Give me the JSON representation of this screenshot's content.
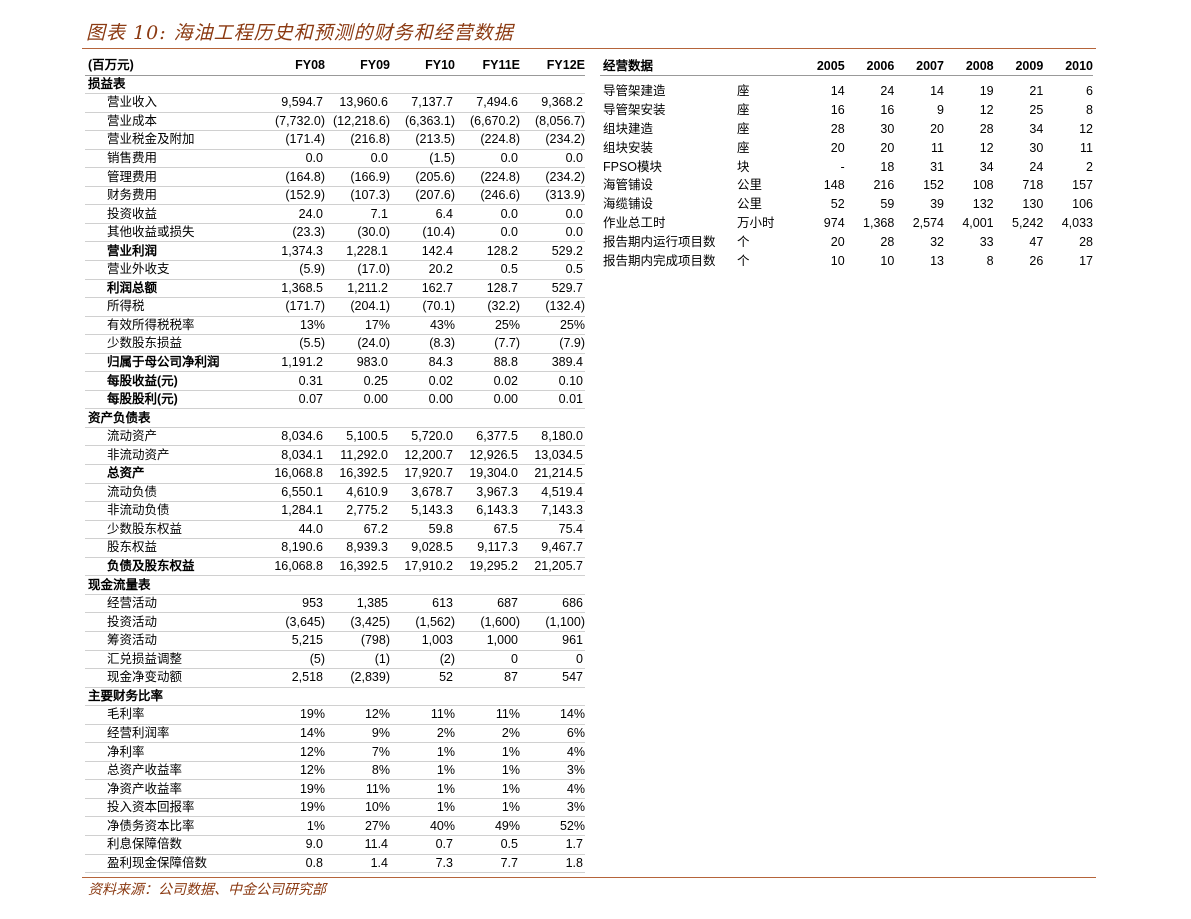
{
  "title": "图表 10: 海油工程历史和预测的财务和经营数据",
  "source": "资料来源：公司数据、中金公司研究部",
  "financials": {
    "unit_label": "(百万元)",
    "columns": [
      "FY08",
      "FY09",
      "FY10",
      "FY11E",
      "FY12E"
    ],
    "rows": [
      {
        "label": "损益表",
        "section": true
      },
      {
        "label": "营业收入",
        "values": [
          "9,594.7",
          "13,960.6",
          "7,137.7",
          "7,494.6",
          "9,368.2"
        ]
      },
      {
        "label": "营业成本",
        "values": [
          "(7,732.0)",
          "(12,218.6)",
          "(6,363.1)",
          "(6,670.2)",
          "(8,056.7)"
        ]
      },
      {
        "label": "营业税金及附加",
        "values": [
          "(171.4)",
          "(216.8)",
          "(213.5)",
          "(224.8)",
          "(234.2)"
        ]
      },
      {
        "label": "销售费用",
        "values": [
          "0.0",
          "0.0",
          "(1.5)",
          "0.0",
          "0.0"
        ]
      },
      {
        "label": "管理费用",
        "values": [
          "(164.8)",
          "(166.9)",
          "(205.6)",
          "(224.8)",
          "(234.2)"
        ]
      },
      {
        "label": "财务费用",
        "values": [
          "(152.9)",
          "(107.3)",
          "(207.6)",
          "(246.6)",
          "(313.9)"
        ]
      },
      {
        "label": "投资收益",
        "values": [
          "24.0",
          "7.1",
          "6.4",
          "0.0",
          "0.0"
        ]
      },
      {
        "label": "其他收益或损失",
        "values": [
          "(23.3)",
          "(30.0)",
          "(10.4)",
          "0.0",
          "0.0"
        ]
      },
      {
        "label": "营业利润",
        "bold": true,
        "values": [
          "1,374.3",
          "1,228.1",
          "142.4",
          "128.2",
          "529.2"
        ]
      },
      {
        "label": "营业外收支",
        "values": [
          "(5.9)",
          "(17.0)",
          "20.2",
          "0.5",
          "0.5"
        ]
      },
      {
        "label": "利润总额",
        "bold": true,
        "values": [
          "1,368.5",
          "1,211.2",
          "162.7",
          "128.7",
          "529.7"
        ]
      },
      {
        "label": "所得税",
        "values": [
          "(171.7)",
          "(204.1)",
          "(70.1)",
          "(32.2)",
          "(132.4)"
        ]
      },
      {
        "label": "有效所得税税率",
        "values": [
          "13%",
          "17%",
          "43%",
          "25%",
          "25%"
        ]
      },
      {
        "label": "少数股东损益",
        "values": [
          "(5.5)",
          "(24.0)",
          "(8.3)",
          "(7.7)",
          "(7.9)"
        ]
      },
      {
        "label": "归属于母公司净利润",
        "bold": true,
        "values": [
          "1,191.2",
          "983.0",
          "84.3",
          "88.8",
          "389.4"
        ]
      },
      {
        "label": "每股收益(元)",
        "bold": true,
        "values": [
          "0.31",
          "0.25",
          "0.02",
          "0.02",
          "0.10"
        ]
      },
      {
        "label": "每股股利(元)",
        "bold": true,
        "values": [
          "0.07",
          "0.00",
          "0.00",
          "0.00",
          "0.01"
        ]
      },
      {
        "label": "资产负债表",
        "section": true
      },
      {
        "label": "流动资产",
        "values": [
          "8,034.6",
          "5,100.5",
          "5,720.0",
          "6,377.5",
          "8,180.0"
        ]
      },
      {
        "label": "非流动资产",
        "values": [
          "8,034.1",
          "11,292.0",
          "12,200.7",
          "12,926.5",
          "13,034.5"
        ]
      },
      {
        "label": "总资产",
        "bold": true,
        "values": [
          "16,068.8",
          "16,392.5",
          "17,920.7",
          "19,304.0",
          "21,214.5"
        ]
      },
      {
        "label": "流动负债",
        "values": [
          "6,550.1",
          "4,610.9",
          "3,678.7",
          "3,967.3",
          "4,519.4"
        ]
      },
      {
        "label": "非流动负债",
        "values": [
          "1,284.1",
          "2,775.2",
          "5,143.3",
          "6,143.3",
          "7,143.3"
        ]
      },
      {
        "label": "少数股东权益",
        "values": [
          "44.0",
          "67.2",
          "59.8",
          "67.5",
          "75.4"
        ]
      },
      {
        "label": "股东权益",
        "values": [
          "8,190.6",
          "8,939.3",
          "9,028.5",
          "9,117.3",
          "9,467.7"
        ]
      },
      {
        "label": "负债及股东权益",
        "bold": true,
        "values": [
          "16,068.8",
          "16,392.5",
          "17,910.2",
          "19,295.2",
          "21,205.7"
        ]
      },
      {
        "label": "现金流量表",
        "section": true
      },
      {
        "label": "经营活动",
        "values": [
          "953",
          "1,385",
          "613",
          "687",
          "686"
        ]
      },
      {
        "label": "投资活动",
        "values": [
          "(3,645)",
          "(3,425)",
          "(1,562)",
          "(1,600)",
          "(1,100)"
        ]
      },
      {
        "label": "筹资活动",
        "values": [
          "5,215",
          "(798)",
          "1,003",
          "1,000",
          "961"
        ]
      },
      {
        "label": "汇兑损益调整",
        "values": [
          "(5)",
          "(1)",
          "(2)",
          "0",
          "0"
        ]
      },
      {
        "label": "现金净变动额",
        "values": [
          "2,518",
          "(2,839)",
          "52",
          "87",
          "547"
        ]
      },
      {
        "label": "主要财务比率",
        "section": true
      },
      {
        "label": "毛利率",
        "values": [
          "19%",
          "12%",
          "11%",
          "11%",
          "14%"
        ]
      },
      {
        "label": "经营利润率",
        "values": [
          "14%",
          "9%",
          "2%",
          "2%",
          "6%"
        ]
      },
      {
        "label": "净利率",
        "values": [
          "12%",
          "7%",
          "1%",
          "1%",
          "4%"
        ]
      },
      {
        "label": "总资产收益率",
        "values": [
          "12%",
          "8%",
          "1%",
          "1%",
          "3%"
        ]
      },
      {
        "label": "净资产收益率",
        "values": [
          "19%",
          "11%",
          "1%",
          "1%",
          "4%"
        ]
      },
      {
        "label": "投入资本回报率",
        "values": [
          "19%",
          "10%",
          "1%",
          "1%",
          "3%"
        ]
      },
      {
        "label": "净债务资本比率",
        "values": [
          "1%",
          "27%",
          "40%",
          "49%",
          "52%"
        ]
      },
      {
        "label": "利息保障倍数",
        "values": [
          "9.0",
          "11.4",
          "0.7",
          "0.5",
          "1.7"
        ]
      },
      {
        "label": "盈利现金保障倍数",
        "values": [
          "0.8",
          "1.4",
          "7.3",
          "7.7",
          "1.8"
        ]
      }
    ]
  },
  "operations": {
    "header_label": "经营数据",
    "columns": [
      "2005",
      "2006",
      "2007",
      "2008",
      "2009",
      "2010"
    ],
    "rows": [
      {
        "label": "导管架建造",
        "unit": "座",
        "values": [
          "14",
          "24",
          "14",
          "19",
          "21",
          "6"
        ]
      },
      {
        "label": "导管架安装",
        "unit": "座",
        "values": [
          "16",
          "16",
          "9",
          "12",
          "25",
          "8"
        ]
      },
      {
        "label": "组块建造",
        "unit": "座",
        "values": [
          "28",
          "30",
          "20",
          "28",
          "34",
          "12"
        ]
      },
      {
        "label": "组块安装",
        "unit": "座",
        "values": [
          "20",
          "20",
          "11",
          "12",
          "30",
          "11"
        ]
      },
      {
        "label": "FPSO模块",
        "unit": "块",
        "values": [
          "-",
          "18",
          "31",
          "34",
          "24",
          "2"
        ]
      },
      {
        "label": "海管铺设",
        "unit": "公里",
        "values": [
          "148",
          "216",
          "152",
          "108",
          "718",
          "157"
        ]
      },
      {
        "label": "海缆铺设",
        "unit": "公里",
        "values": [
          "52",
          "59",
          "39",
          "132",
          "130",
          "106"
        ]
      },
      {
        "label": "作业总工时",
        "unit": "万小时",
        "values": [
          "974",
          "1,368",
          "2,574",
          "4,001",
          "5,242",
          "4,033"
        ]
      },
      {
        "label": "报告期内运行项目数",
        "unit": "个",
        "values": [
          "20",
          "28",
          "32",
          "33",
          "47",
          "28"
        ]
      },
      {
        "label": "报告期内完成项目数",
        "unit": "个",
        "values": [
          "10",
          "10",
          "13",
          "8",
          "26",
          "17"
        ]
      }
    ]
  }
}
